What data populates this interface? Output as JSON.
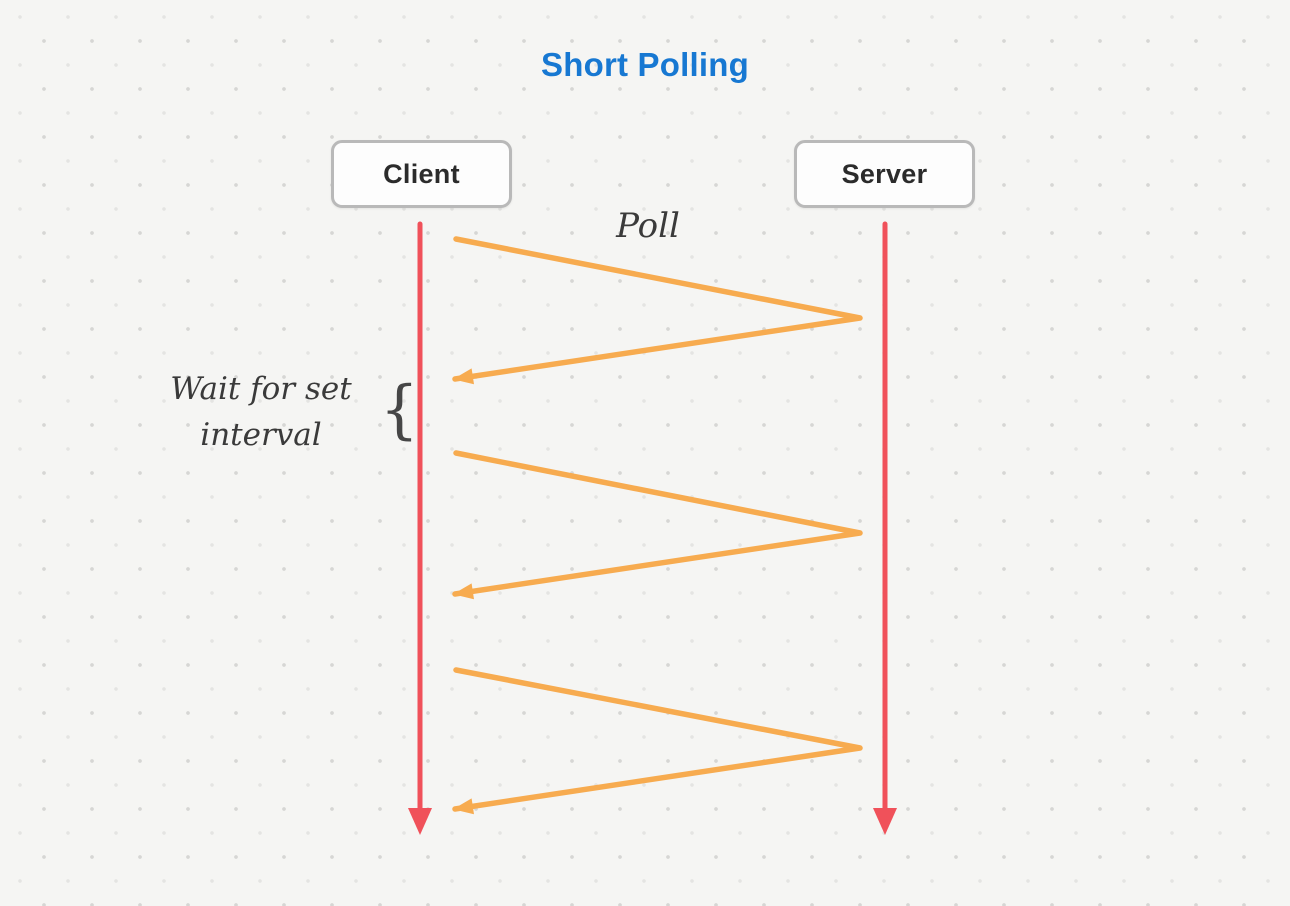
{
  "title": "Short Polling",
  "actors": [
    {
      "id": "client",
      "label": "Client"
    },
    {
      "id": "server",
      "label": "Server"
    }
  ],
  "labels": {
    "poll": "Poll",
    "wait_line1": "Wait for set",
    "wait_line2": "interval",
    "brace": "{"
  },
  "messages": [
    {
      "cycle": 1,
      "from": "Client",
      "to": "Server",
      "label": "Poll"
    },
    {
      "cycle": 1,
      "from": "Server",
      "to": "Client",
      "label": ""
    },
    {
      "cycle": 2,
      "from": "Client",
      "to": "Server",
      "label": ""
    },
    {
      "cycle": 2,
      "from": "Server",
      "to": "Client",
      "label": ""
    },
    {
      "cycle": 3,
      "from": "Client",
      "to": "Server",
      "label": ""
    },
    {
      "cycle": 3,
      "from": "Server",
      "to": "Client",
      "label": ""
    }
  ],
  "annotations": [
    {
      "text": "Wait for set interval",
      "between": "cycle 1 response and cycle 2 request",
      "side": "client"
    }
  ],
  "colors": {
    "title": "#1778d2",
    "lifeline": "#f0515a",
    "message_arrow": "#f7ab4f",
    "annotation_text": "#3a3a3a",
    "actor_border": "#b9b9b9",
    "actor_fill": "#fdfdfd",
    "background": "#f5f5f3",
    "grid_dot": "#d6d6d4",
    "grid_dot_light": "#e4e4e2"
  }
}
